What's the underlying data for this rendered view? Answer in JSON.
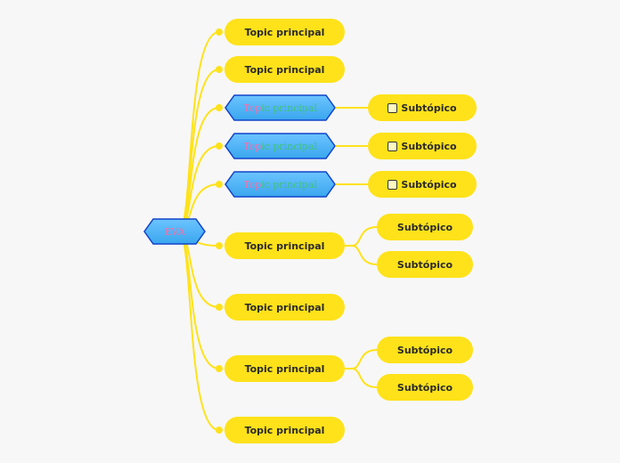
{
  "central": {
    "text": "EVA"
  },
  "topics": [
    {
      "label": "Topic principal",
      "style": "pill",
      "subtopics": []
    },
    {
      "label": "Topic principal",
      "style": "pill",
      "subtopics": []
    },
    {
      "label": "Topic principal",
      "style": "hex",
      "subtopics": [
        {
          "label": "Subtópico",
          "checkbox": true
        }
      ]
    },
    {
      "label": "Topic principal",
      "style": "hex",
      "subtopics": [
        {
          "label": "Subtópico",
          "checkbox": true
        }
      ]
    },
    {
      "label": "Topic principal",
      "style": "hex",
      "subtopics": [
        {
          "label": "Subtópico",
          "checkbox": true
        }
      ]
    },
    {
      "label": "Topic principal",
      "style": "pill",
      "subtopics": [
        {
          "label": "Subtópico",
          "checkbox": false
        },
        {
          "label": "Subtópico",
          "checkbox": false
        }
      ]
    },
    {
      "label": "Topic principal",
      "style": "pill",
      "subtopics": []
    },
    {
      "label": "Topic principal",
      "style": "pill",
      "subtopics": [
        {
          "label": "Subtópico",
          "checkbox": false
        },
        {
          "label": "Subtópico",
          "checkbox": false
        }
      ]
    },
    {
      "label": "Topic principal",
      "style": "pill",
      "subtopics": []
    }
  ],
  "colors": {
    "branch": "#ffe21a",
    "hex_fill": "#3aa6ee",
    "hex_border": "#1144cc",
    "text_pink": "#f070a8",
    "text_green": "#3dc47a"
  }
}
